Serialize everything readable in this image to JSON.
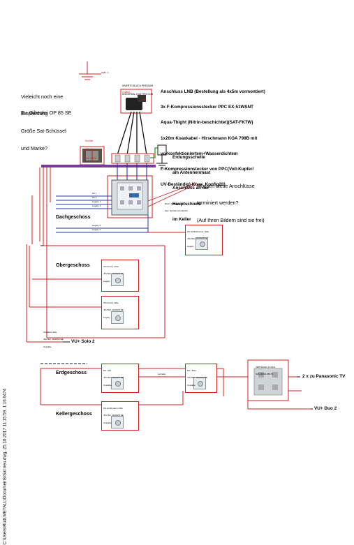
{
  "drawing": {
    "file_path": "C:\\Users\\Rudi.METALL\\Documents\\Sat neu.dwg, 25.10.2017 11:15:59, 1:16.6474",
    "question_dish": [
      "Vieleicht noch eine",
      "Empfehlung",
      "Größe Sat-Schüssel",
      "und Marke?"
    ],
    "dish_suggestion": "Ev. Gibertini OP 85 SE",
    "ground_label": "GVB - 1",
    "lnb_caption": [
      "INVERTO BLACK PREMIUM",
      "UNIVERSAL QUATTRO LNB"
    ],
    "lnb_box_label": "Quattro",
    "cable_info": [
      "Anschluss LNB (Bestellung als 4x5m vormontiert)",
      "3x F-Kompressionsstecker PPC EX-51WSNT",
      "Aqua-Thight (Nitrin-beschichtet)(SAT-FK7W)",
      "1x20m Koaxkabel - Hirschmann KOA 799B mit",
      "vorkonfektioniertem+Wasserdichtem",
      "F-Kompressionstecker von PPC(Voll-Kupfer/",
      "UV-Beständig) Koax_Konfig20)"
    ],
    "photo_caption": [
      "Kuchler",
      "OFA4N",
      "Ant. OKFE"
    ],
    "grounding": [
      "Erdungsschelle",
      "am Antennenmast",
      "Anschluss an der",
      "Hauptschiene",
      "im Keller"
    ],
    "question_terminate": [
      "Müssen diese Anschlüsse",
      "terminiert werden?",
      "(Auf Ihren Bildern sind sie frei)"
    ],
    "multiswitch_small": [
      "Boss: JMS05MI2+HT",
      "Kein Netzteil erforderlich"
    ],
    "switch_outputs": [
      "bis 1",
      "bis 2",
      "Legacy 1",
      "Legacy 2"
    ],
    "upper_outputs": [
      "Legacy 3",
      "Legacy 4"
    ],
    "floors": {
      "dach": "Dachgeschoss",
      "ober": "Obergeschoss",
      "erd": "Erdgeschoss",
      "keller": "Kellergeschoss"
    },
    "outlets": {
      "dg": [
        "DG Schlafzimmer / Elte",
        "JULTEC JAD09STEE",
        "Legacy"
      ],
      "og1": [
        "OG Kind 1 / Kita",
        "JULTEC JAD09STEE",
        "Legacy"
      ],
      "og2": [
        "OG Kind 2 / Elte",
        "JULTEC JAD09STEE",
        "Legacy"
      ],
      "og3": [
        "OG Eltern Elte",
        "JULTEC JAD09STEE",
        "Unicable"
      ],
      "eg_wz": [
        "EG / Wz",
        "JULTEC JAD09STEE",
        "Unicable"
      ],
      "kg": [
        "KG Hobbyraum Offer",
        "JULTEC JAD09STEE",
        "Unicable"
      ],
      "eg_buero": [
        "EG / Büro",
        "JULTEC JAD09STEE",
        "Unicable"
      ]
    },
    "trunk_label": "Leitnake",
    "splitter_caption": [
      "VERTEILER 4-FACH",
      "SAT/HDSR-IIBCT3"
    ],
    "receivers": {
      "solo": "VU+ Solo 2",
      "tv": "2 x zu Panasonic TV",
      "duo": "VU+ Duo 2"
    },
    "colors": {
      "red_line": "#d41c1c",
      "purple_bar": "#7a3a9a",
      "green_ground": "#2aa02a",
      "blue_line": "#2233aa",
      "black": "#000000"
    }
  }
}
